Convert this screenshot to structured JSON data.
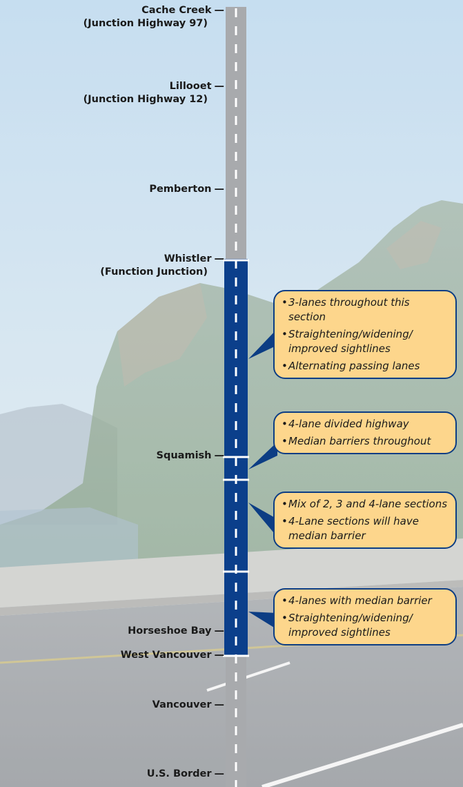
{
  "colors": {
    "road_grey": "#a8aaad",
    "section_blue": "#0b3f8b",
    "callout_fill": "#fdd68c",
    "callout_border": "#0c3d84"
  },
  "places": [
    {
      "id": "cache-creek",
      "name": "Cache Creek",
      "sub": "(Junction Highway 97)"
    },
    {
      "id": "lillooet",
      "name": "Lillooet",
      "sub": "(Junction Highway 12)"
    },
    {
      "id": "pemberton",
      "name": "Pemberton",
      "sub": ""
    },
    {
      "id": "whistler",
      "name": "Whistler",
      "sub": "(Function Junction)"
    },
    {
      "id": "squamish",
      "name": "Squamish",
      "sub": ""
    },
    {
      "id": "horseshoe-bay",
      "name": "Horseshoe Bay",
      "sub": ""
    },
    {
      "id": "west-vancouver",
      "name": "West Vancouver",
      "sub": ""
    },
    {
      "id": "vancouver",
      "name": "Vancouver",
      "sub": ""
    },
    {
      "id": "us-border",
      "name": "U.S. Border",
      "sub": ""
    }
  ],
  "callouts": [
    {
      "id": "whistler-squamish",
      "bullets": [
        "3-lanes throughout this section",
        "Straightening/widening/ improved sightlines",
        "Alternating passing lanes"
      ]
    },
    {
      "id": "squamish",
      "bullets": [
        "4-lane divided highway",
        "Median barriers throughout"
      ]
    },
    {
      "id": "mid",
      "bullets": [
        "Mix of 2, 3 and 4-lane sections",
        "4-Lane sections will have median barrier"
      ]
    },
    {
      "id": "horseshoe",
      "bullets": [
        "4-lanes with median barrier",
        "Straightening/widening/ improved sightlines"
      ]
    }
  ]
}
